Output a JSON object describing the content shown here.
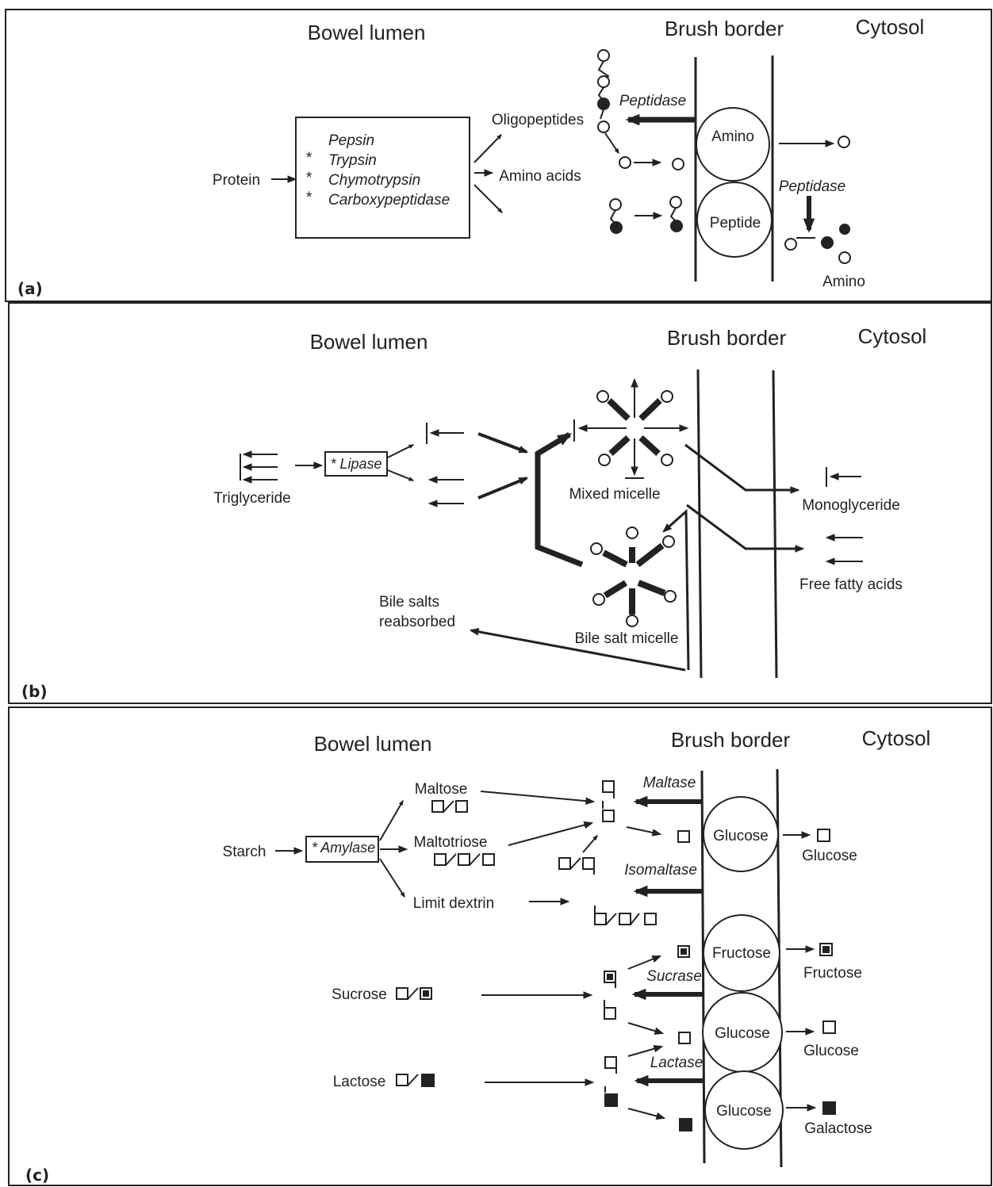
{
  "panel_a": {
    "label": "(a)",
    "headers": {
      "lumen": "Bowel lumen",
      "brush": "Brush border",
      "cytosol": "Cytosol"
    },
    "protein": "Protein",
    "enzymes": [
      "Pepsin",
      "Trypsin",
      "Chymotrypsin",
      "Carboxypeptidase"
    ],
    "asterisk": "*",
    "oligopeptides": "Oligopeptides",
    "amino_acids": "Amino acids",
    "peptidase_brush": "Peptidase",
    "amino_transporter": "Amino",
    "peptide_transporter": "Peptide",
    "peptidase_cytosol": "Peptidase",
    "amino_out": "Amino"
  },
  "panel_b": {
    "label": "(b)",
    "headers": {
      "lumen": "Bowel lumen",
      "brush": "Brush border",
      "cytosol": "Cytosol"
    },
    "triglyceride": "Triglyceride",
    "lipase": "* Lipase",
    "mixed_micelle": "Mixed micelle",
    "bile_salt_micelle": "Bile salt micelle",
    "bile_reabsorbed_1": "Bile salts",
    "bile_reabsorbed_2": "reabsorbed",
    "monoglyceride": "Monoglyceride",
    "free_fatty_acids": "Free fatty acids"
  },
  "panel_c": {
    "label": "(c)",
    "headers": {
      "lumen": "Bowel lumen",
      "brush": "Brush border",
      "cytosol": "Cytosol"
    },
    "starch": "Starch",
    "amylase": "* Amylase",
    "maltose": "Maltose",
    "maltotriose": "Maltotriose",
    "limit_dextrin": "Limit dextrin",
    "sucrose": "Sucrose",
    "lactose": "Lactose",
    "maltase": "Maltase",
    "isomaltase": "Isomaltase",
    "sucrase": "Sucrase",
    "lactase": "Lactase",
    "transporters": [
      "Glucose",
      "Fructose",
      "Glucose",
      "Glucose"
    ],
    "products": [
      "Glucose",
      "Fructose",
      "Glucose",
      "Galactose"
    ]
  }
}
